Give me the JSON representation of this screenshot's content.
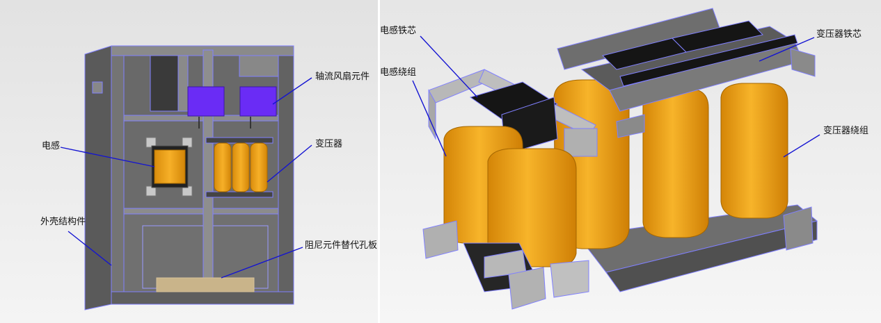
{
  "left_panel": {
    "labels": {
      "fan": "轴流风扇元件",
      "inductor": "电感",
      "transformer": "变压器",
      "housing": "外壳结构件",
      "damper_plate": "阻尼元件替代孔板"
    }
  },
  "right_panel": {
    "labels": {
      "inductor_core": "电感铁芯",
      "inductor_winding": "电感绕组",
      "transformer_core": "变压器铁芯",
      "transformer_winding": "变压器绕组"
    }
  },
  "colors": {
    "background": "#ebebeb",
    "cabinet_gray": "#6d6d6d",
    "edge_blue": "#7878ff",
    "winding_orange": "#f0a414",
    "fan_purple": "#6a2cf5",
    "core_black": "#151515",
    "bracket_light": "#b8b8b8",
    "leader_blue": "#1414d2"
  }
}
